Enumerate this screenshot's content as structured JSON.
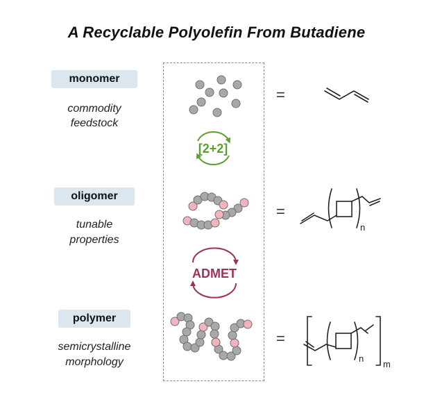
{
  "title": "A Recyclable Polyolefin From Butadiene",
  "rows": [
    {
      "tag": "monomer",
      "desc_line1": "commodity",
      "desc_line2": "feedstock"
    },
    {
      "tag": "oligomer",
      "desc_line1": "tunable",
      "desc_line2": "properties"
    },
    {
      "tag": "polymer",
      "desc_line1": "semicrystalline",
      "desc_line2": "morphology"
    }
  ],
  "equals": "=",
  "arrows": {
    "first": {
      "label": "[2+2]",
      "color": "#5aa02c"
    },
    "second": {
      "label": "ADMET",
      "color": "#a0305a"
    }
  },
  "subscripts": {
    "oligomer": "n",
    "polymer_inner": "n",
    "polymer_outer": "m"
  },
  "colors": {
    "bead_gray": "#a8a8a8",
    "bead_pink": "#f2b3bf",
    "tag_bg": "#dbe6ee"
  }
}
